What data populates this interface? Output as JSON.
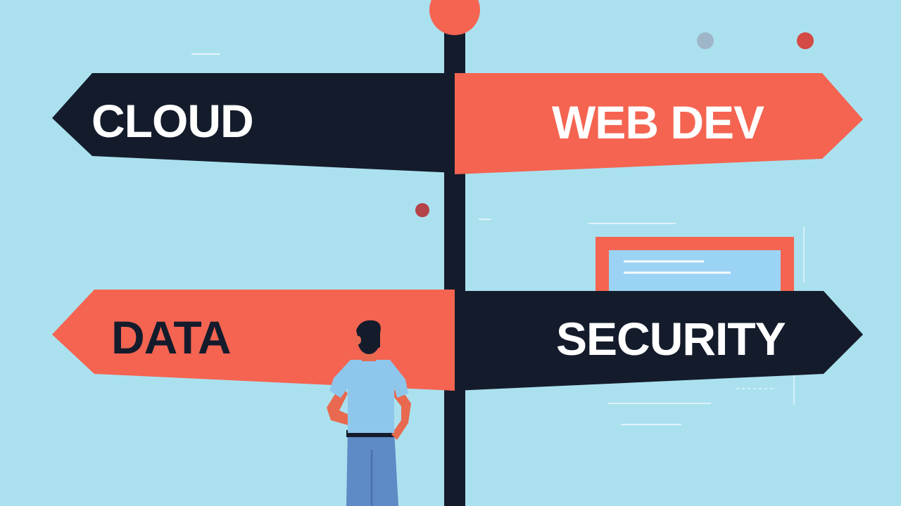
{
  "signs": {
    "cloud": {
      "label": "CLOUD",
      "bg_color": "#141c2c",
      "text_color": "#ffffff"
    },
    "web_dev": {
      "label": "WEB DEV",
      "bg_color": "#f46451",
      "text_color": "#ffffff"
    },
    "data": {
      "label": "DATA",
      "bg_color": "#f46451",
      "text_color": "#141c2c"
    },
    "security": {
      "label": "SECURITY",
      "bg_color": "#141c2c",
      "text_color": "#ffffff"
    }
  },
  "colors": {
    "background": "#abe1ef",
    "post": "#141c2c",
    "post_cap": "#f46451",
    "accent_coral": "#f46451",
    "accent_dark_red": "#b5434a",
    "person_shirt": "#8ec6ec",
    "person_pants": "#5e8ac5",
    "person_skin": "#e8694f"
  }
}
